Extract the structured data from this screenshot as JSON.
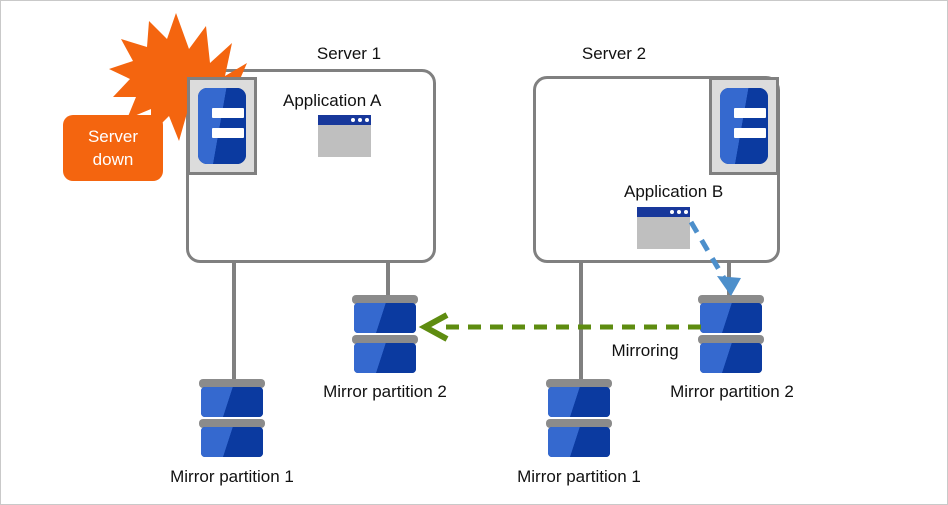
{
  "diagram": {
    "title_server1": "Server 1",
    "title_server2": "Server 2",
    "alert_badge": {
      "line1": "Server",
      "line2": "down",
      "color": "#f4650f"
    },
    "applications": {
      "app_a": "Application A",
      "app_b": "Application B"
    },
    "mirroring_label": "Mirroring",
    "disks": {
      "server1_partition1": "Mirror partition 1",
      "server1_partition2": "Mirror partition 2",
      "server2_partition1": "Mirror partition 1",
      "server2_partition2": "Mirror partition 2"
    },
    "colors": {
      "box_border": "#808080",
      "server_icon_blue_light": "#3569cf",
      "server_icon_blue_dark": "#0b3aa0",
      "disk_cap_gray": "#8b8b8b",
      "app_titlebar_blue": "#18389b",
      "app_body_gray": "#bfbfbf",
      "mirroring_arrow_green": "#5e8c10",
      "failover_arrow_blue": "#4d8fcb",
      "alert_orange": "#f4650f",
      "burst_orange": "#f4650f"
    }
  }
}
